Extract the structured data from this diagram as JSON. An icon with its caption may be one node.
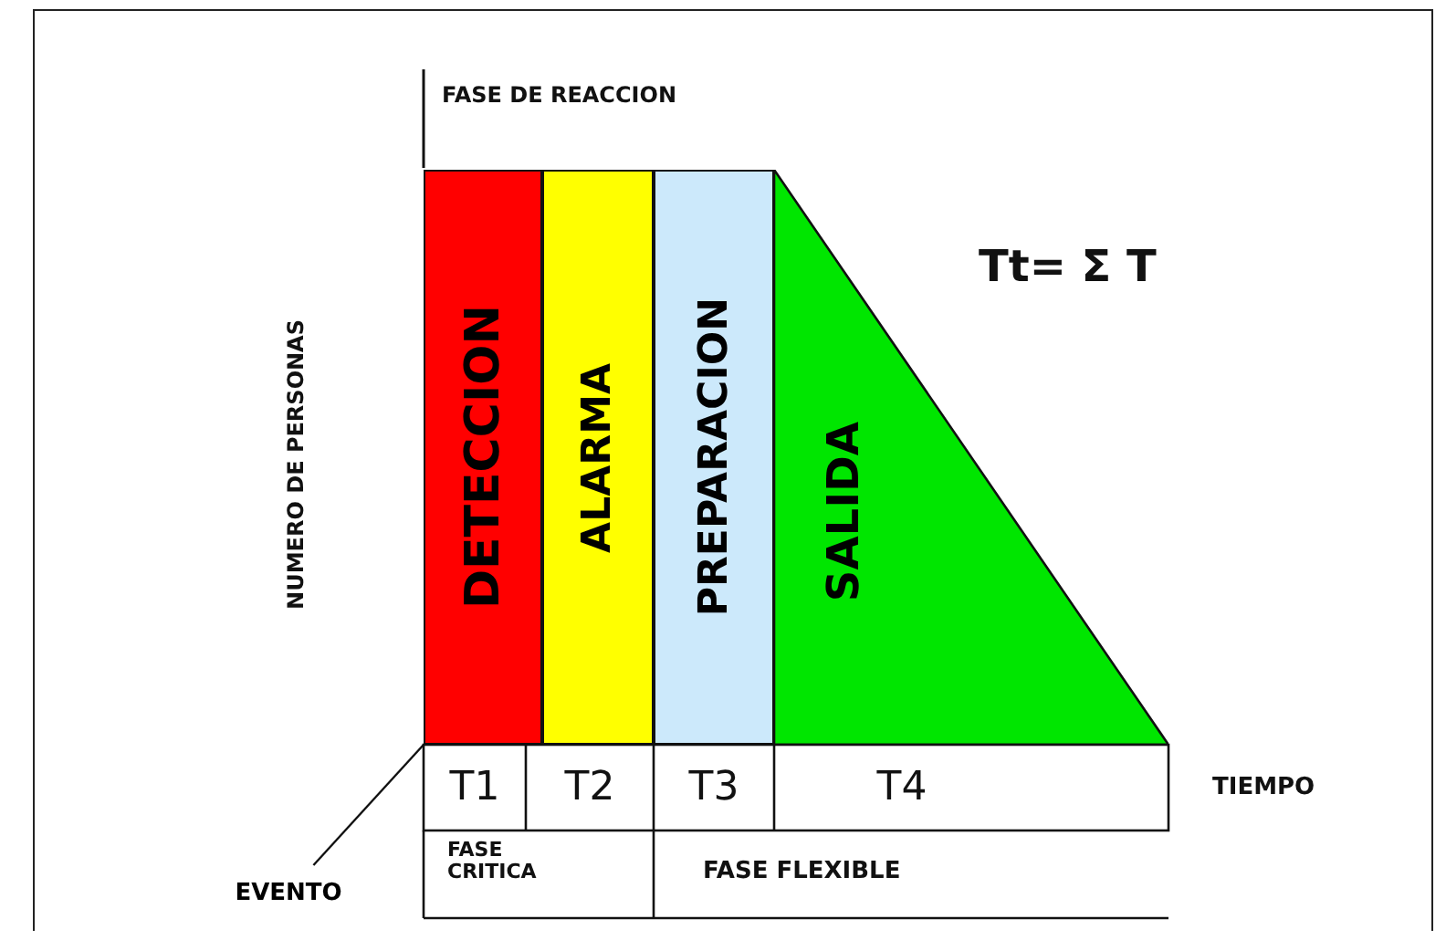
{
  "diagram": {
    "nodes": [
      {
        "text": [
          "DETECCION"
        ]
      },
      {
        "text": [
          "ALARMA"
        ]
      },
      {
        "text": [
          "PREPARACION"
        ]
      },
      {
        "text": [
          "SALIDA"
        ]
      },
      {
        "text": [
          "EVENTO"
        ]
      }
    ],
    "edges": [
      {
        "from": 4,
        "to": 0,
        "arrow": "none"
      }
    ],
    "labels": [
      "FASE DE REACCION",
      "NUMERO DE PERSONAS",
      "Tt= Σ T",
      "T1",
      "T2",
      "T3",
      "T4",
      "TIEMPO",
      "FASE CRITICA",
      "FASE FLEXIBLE"
    ]
  }
}
